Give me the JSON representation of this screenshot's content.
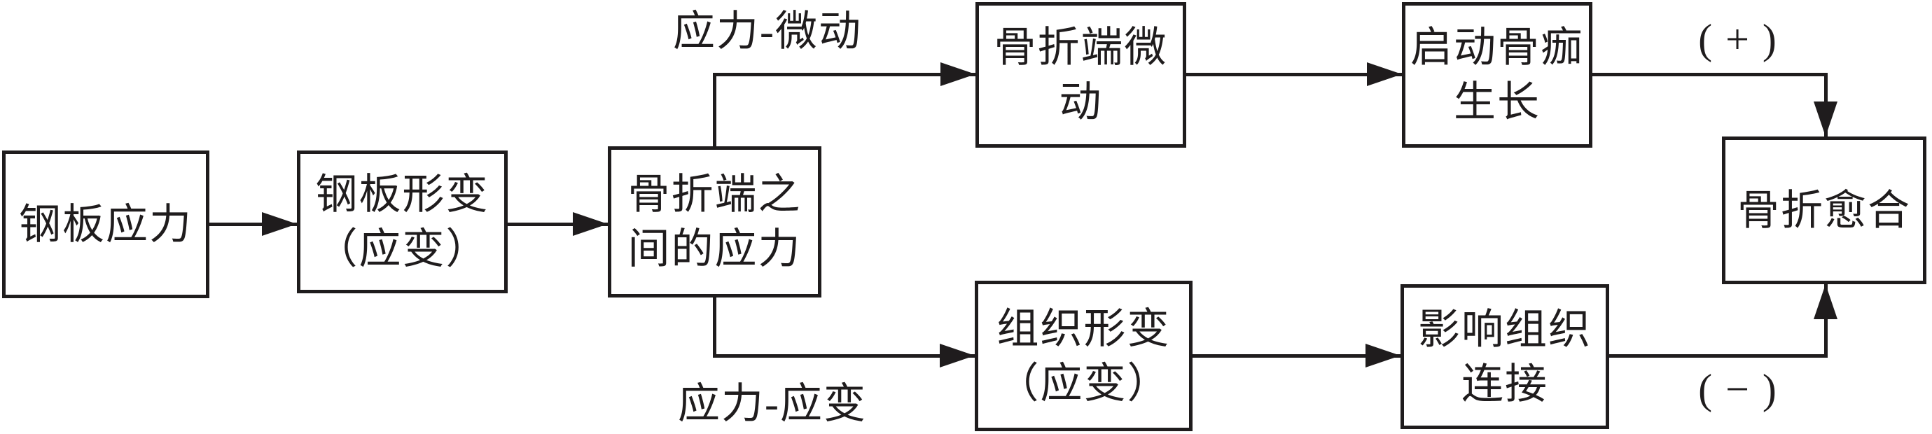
{
  "colors": {
    "ink": "#1f1c1d",
    "background": "#ffffff"
  },
  "flowchart": {
    "nodes": [
      {
        "id": "steel-plate-stress",
        "lines": [
          "钢板应力"
        ]
      },
      {
        "id": "steel-plate-deformation",
        "lines": [
          "钢板形变",
          "（应变）"
        ]
      },
      {
        "id": "inter-fragment-stress",
        "lines": [
          "骨折端之",
          "间的应力"
        ]
      },
      {
        "id": "fracture-end-micromotion",
        "lines": [
          "骨折端微",
          "动"
        ]
      },
      {
        "id": "callus-growth-initiation",
        "lines": [
          "启动骨痂",
          "生长"
        ]
      },
      {
        "id": "tissue-deformation",
        "lines": [
          "组织形变",
          "（应变）"
        ]
      },
      {
        "id": "tissue-connection-impact",
        "lines": [
          "影响组织",
          "连接"
        ]
      },
      {
        "id": "fracture-healing",
        "lines": [
          "骨折愈合"
        ]
      }
    ],
    "edges": [
      {
        "from": "steel-plate-stress",
        "to": "steel-plate-deformation",
        "label": ""
      },
      {
        "from": "steel-plate-deformation",
        "to": "inter-fragment-stress",
        "label": ""
      },
      {
        "from": "inter-fragment-stress",
        "to": "fracture-end-micromotion",
        "label": "应力-微动"
      },
      {
        "from": "fracture-end-micromotion",
        "to": "callus-growth-initiation",
        "label": ""
      },
      {
        "from": "callus-growth-initiation",
        "to": "fracture-healing",
        "label": "( + )"
      },
      {
        "from": "inter-fragment-stress",
        "to": "tissue-deformation",
        "label": "应力-应变"
      },
      {
        "from": "tissue-deformation",
        "to": "tissue-connection-impact",
        "label": ""
      },
      {
        "from": "tissue-connection-impact",
        "to": "fracture-healing",
        "label": "( − )"
      }
    ]
  }
}
